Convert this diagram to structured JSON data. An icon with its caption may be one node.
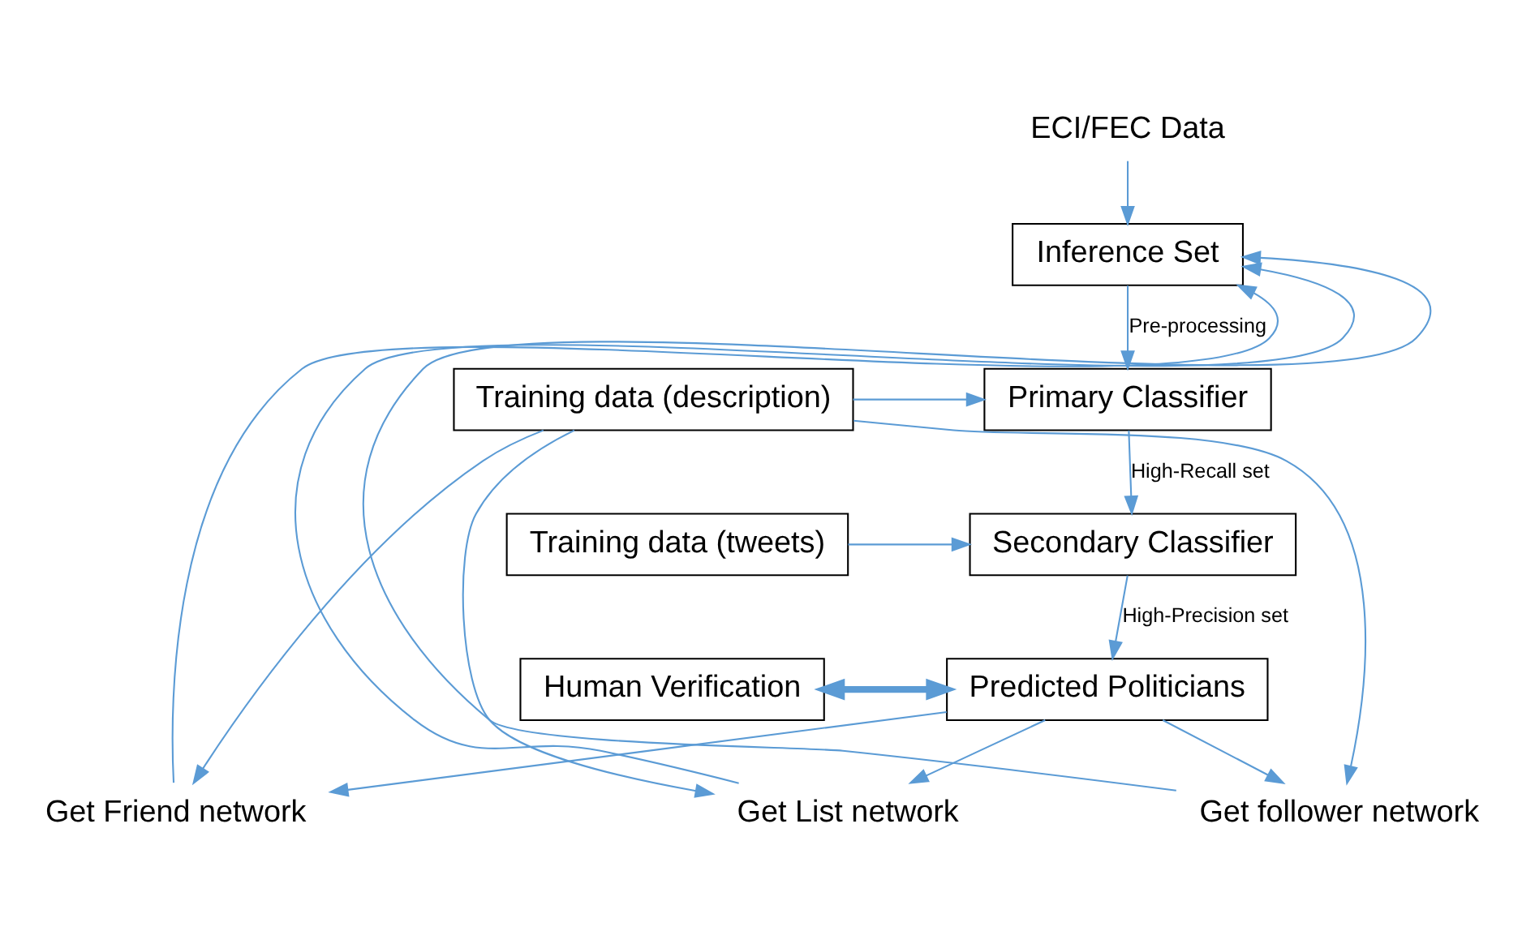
{
  "diagram": {
    "nodes": [
      {
        "text": [
          "ECI/FEC Data"
        ]
      },
      {
        "text": [
          "Inference Set"
        ]
      },
      {
        "text": [
          "Training data (description)"
        ]
      },
      {
        "text": [
          "Primary Classifier"
        ]
      },
      {
        "text": [
          "Training data (tweets)"
        ]
      },
      {
        "text": [
          "Secondary Classifier"
        ]
      },
      {
        "text": [
          "Get Friend network"
        ]
      },
      {
        "text": [
          "Get List network"
        ]
      },
      {
        "text": [
          "Get follower network"
        ]
      },
      {
        "text": [
          "Human Verification"
        ]
      },
      {
        "text": [
          "Predicted Politicians"
        ]
      }
    ],
    "edges": [
      {
        "from": 0,
        "to": 1,
        "arrow": "to"
      },
      {
        "from": 1,
        "to": 3,
        "arrow": "to",
        "label": "Pre-processing"
      },
      {
        "from": 2,
        "to": 3,
        "arrow": "to"
      },
      {
        "from": 3,
        "to": 5,
        "arrow": "to",
        "label": "High-Recall set"
      },
      {
        "from": 4,
        "to": 5,
        "arrow": "to"
      },
      {
        "from": 5,
        "to": 10,
        "arrow": "to",
        "label": "High-Precision set"
      },
      {
        "from": 9,
        "to": 10,
        "arrow": "both",
        "style": "thick"
      },
      {
        "from": 10,
        "to": 6,
        "arrow": "to"
      },
      {
        "from": 10,
        "to": 7,
        "arrow": "to"
      },
      {
        "from": 10,
        "to": 8,
        "arrow": "to"
      },
      {
        "from": 2,
        "to": 6,
        "arrow": "to"
      },
      {
        "from": 2,
        "to": 7,
        "arrow": "to"
      },
      {
        "from": 2,
        "to": 8,
        "arrow": "to"
      },
      {
        "from": 6,
        "to": 1,
        "arrow": "to"
      },
      {
        "from": 7,
        "to": 1,
        "arrow": "to"
      },
      {
        "from": 8,
        "to": 1,
        "arrow": "to"
      }
    ]
  }
}
